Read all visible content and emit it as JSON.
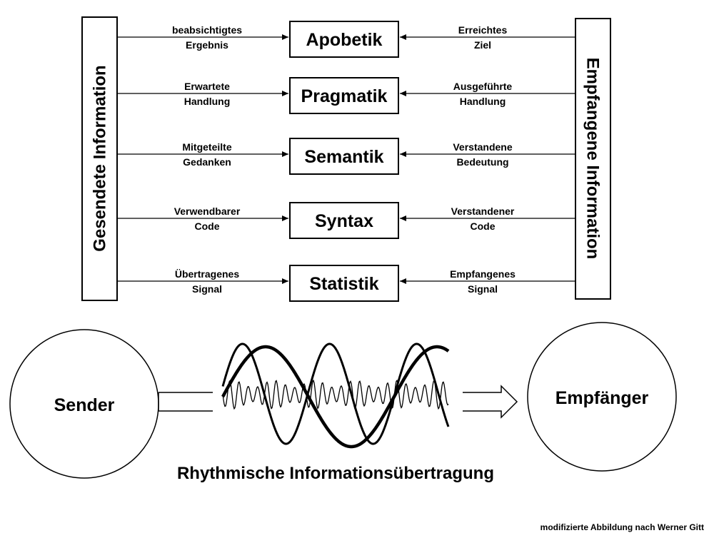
{
  "left_column": {
    "label": "Gesendete Information"
  },
  "right_column": {
    "label": "Empfangene Information"
  },
  "levels": [
    {
      "name": "Apobetik",
      "sent": [
        "beabsichtigtes",
        "Ergebnis"
      ],
      "received": [
        "Erreichtes",
        "Ziel"
      ]
    },
    {
      "name": "Pragmatik",
      "sent": [
        "Erwartete",
        "Handlung"
      ],
      "received": [
        "Ausgeführte",
        "Handlung"
      ]
    },
    {
      "name": "Semantik",
      "sent": [
        "Mitgeteilte",
        "Gedanken"
      ],
      "received": [
        "Verstandene",
        "Bedeutung"
      ]
    },
    {
      "name": "Syntax",
      "sent": [
        "Verwendbarer",
        "Code"
      ],
      "received": [
        "Verstandener",
        "Code"
      ]
    },
    {
      "name": "Statistik",
      "sent": [
        "Übertragenes",
        "Signal"
      ],
      "received": [
        "Empfangenes",
        "Signal"
      ]
    }
  ],
  "sender": {
    "label": "Sender"
  },
  "receiver": {
    "label": "Empfänger"
  },
  "transmission": {
    "caption": "Rhythmische Informationsübertragung"
  },
  "credit": "modifizierte Abbildung nach Werner Gitt"
}
